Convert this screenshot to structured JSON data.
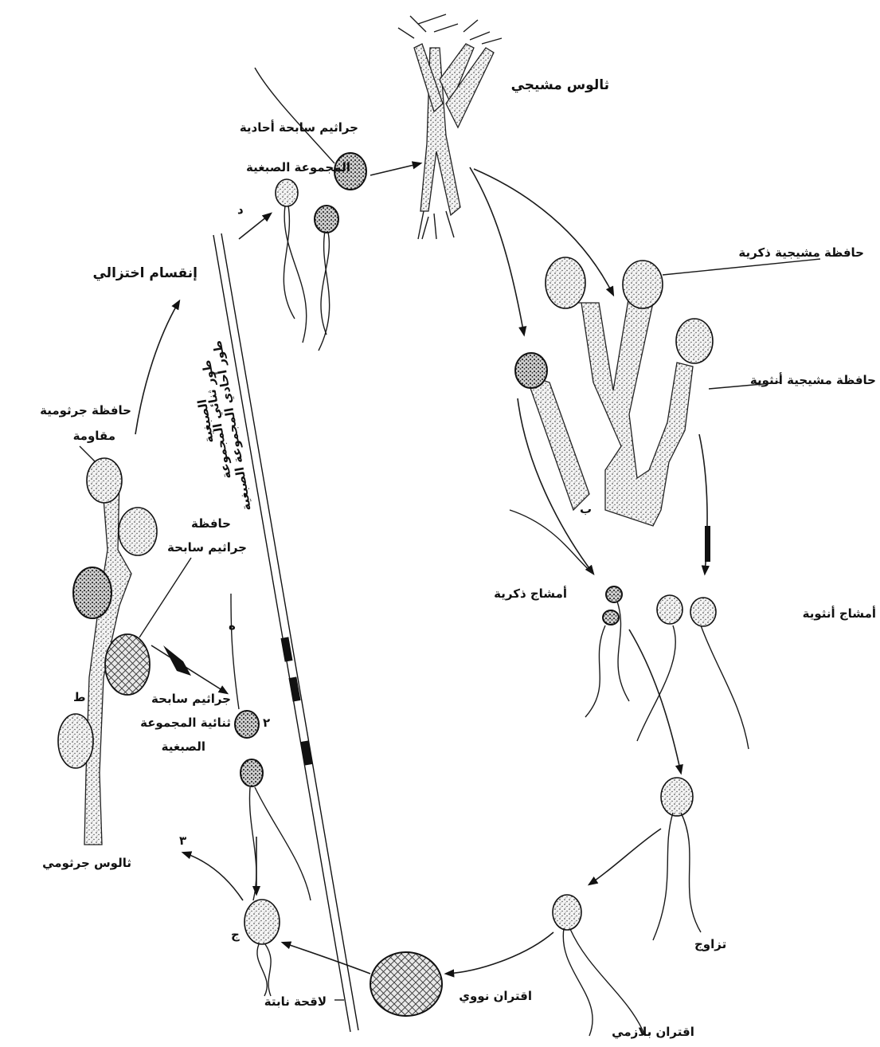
{
  "labels": {
    "thallus_gametophyte": "ثالوس مشيجي",
    "zoospores_haploid": "جراثيم سابحة أحادية",
    "zoospores_haploid_2": "المجموعة الصبغية",
    "letter_d": "د",
    "meiosis": "إنقسام اختزالي",
    "male_gametangium": "حافظة مشيجية ذكرية",
    "female_gametangium": "حافظة مشيجية أنثوية",
    "letter_b": "ب",
    "resistant_sporangium": "حافظة جرثومية",
    "resistant_sporangium_2": "مقاومة",
    "zoosporangium": "حافظة",
    "zoosporangium_2": "جراثيم سابحة",
    "haploid_phase": "طور أحادي المجموعة الصبغية",
    "diploid_phase_1": "طور ثنائي المجموعة",
    "diploid_phase_2": "الصبغية",
    "male_gametes": "أمشاج ذكرية",
    "female_gametes": "أمشاج أنثوية",
    "diploid_zoospores_1": "جراثيم سابحة",
    "diploid_zoospores_2": "ثنائية المجموعة",
    "diploid_zoospores_3": "الصبغية",
    "letter_h": "ط",
    "letter_h2": "ه",
    "thallus_sporophyte": "ثالوس جرثومي",
    "fertilization": "تزاوج",
    "zygote_sporophyte": "لاقحة نابتة",
    "letter_j": "ج",
    "nuclear_fusion": "اقتران نووي",
    "plasmogamy": "اقتران بلازمي",
    "number_2": "٢",
    "number_3": "٣"
  }
}
